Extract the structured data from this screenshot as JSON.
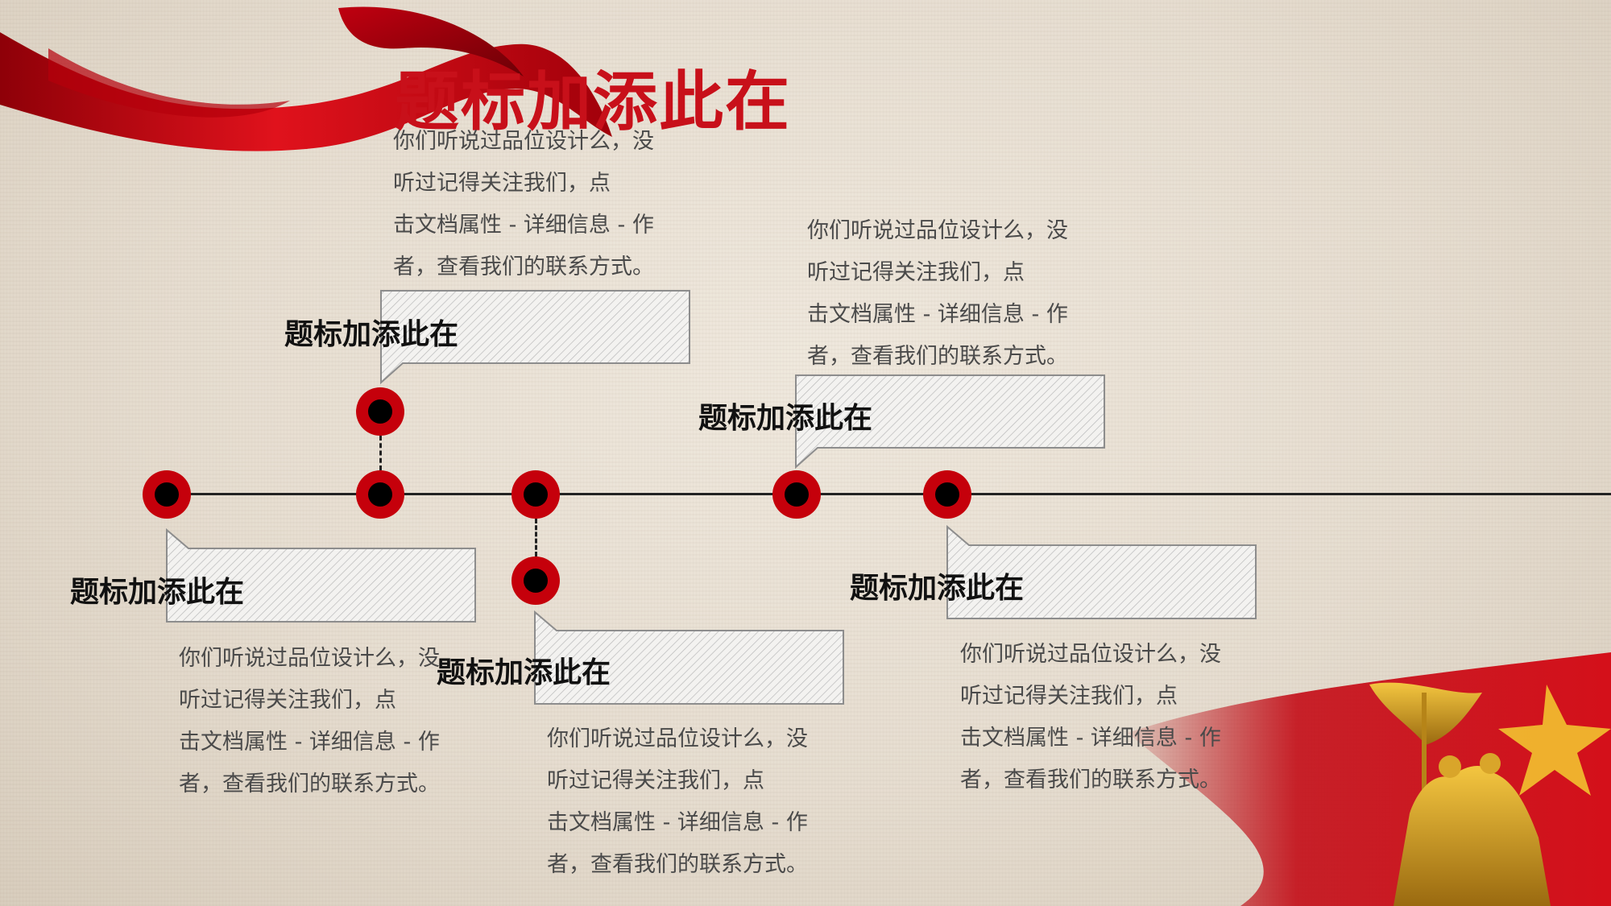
{
  "page_title": "题标加添此在",
  "colors": {
    "accent": "#c5000b",
    "title_red": "#c8101a",
    "line": "#222222"
  },
  "items": [
    {
      "title": "题标加添此在",
      "desc_lines": [
        "你们听说过品位设计么，没",
        "听过记得关注我们，点",
        "击文档属性 - 详细信息 - 作",
        "者，查看我们的联系方式。"
      ]
    },
    {
      "title": "题标加添此在",
      "desc_lines": [
        "你们听说过品位设计么，没",
        "听过记得关注我们，点",
        "击文档属性 - 详细信息 - 作",
        "者，查看我们的联系方式。"
      ]
    },
    {
      "title": "题标加添此在",
      "desc_lines": [
        "你们听说过品位设计么，没",
        "听过记得关注我们，点",
        "击文档属性 - 详细信息 - 作",
        "者，查看我们的联系方式。"
      ]
    },
    {
      "title": "题标加添此在",
      "desc_lines": [
        "你们听说过品位设计么，没",
        "听过记得关注我们，点",
        "击文档属性 - 详细信息 - 作",
        "者，查看我们的联系方式。"
      ]
    },
    {
      "title": "题标加添此在",
      "desc_lines": [
        "你们听说过品位设计么，没",
        "听过记得关注我们，点",
        "击文档属性 - 详细信息 - 作",
        "者，查看我们的联系方式。"
      ]
    }
  ],
  "decor": {
    "ribbon": "red-ribbon-icon",
    "flag": "red-flag-icon",
    "statue": "statue-icon"
  }
}
